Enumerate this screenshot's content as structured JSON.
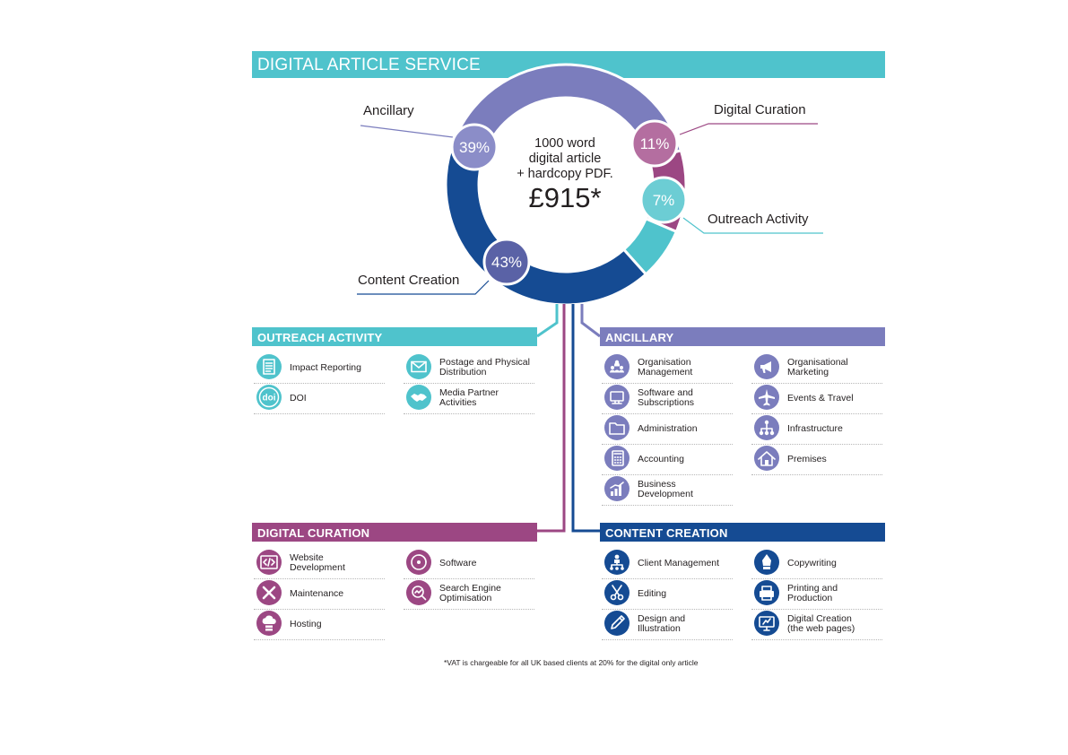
{
  "banner_title": "DIGITAL ARTICLE SERVICE",
  "center": {
    "line1": "1000 word",
    "line2": "digital article",
    "line3": "+ hardcopy PDF.",
    "price": "£915*"
  },
  "segments": [
    {
      "name": "Ancillary",
      "percent_label": "39%",
      "value": 39,
      "color": "#7b7dbd",
      "badge_color": "#8b8dc8"
    },
    {
      "name": "Digital Curation",
      "percent_label": "11%",
      "value": 11,
      "color": "#9c4783",
      "badge_color": "#b46ea0"
    },
    {
      "name": "Outreach Activity",
      "percent_label": "7%",
      "value": 7,
      "color": "#4fc3cc",
      "badge_color": "#6ccdd4"
    },
    {
      "name": "Content Creation",
      "percent_label": "43%",
      "value": 43,
      "color": "#154b93",
      "badge_color": "#5a62a6"
    }
  ],
  "sections": {
    "outreach": {
      "title": "OUTREACH ACTIVITY",
      "color": "#4fc3cc",
      "items": [
        {
          "label": "Impact Reporting",
          "icon": "document-icon"
        },
        {
          "label": "Postage and Physical\nDistribution",
          "icon": "envelope-icon"
        },
        {
          "label": "DOI",
          "icon": "doi-icon",
          "icon_text": "doi"
        },
        {
          "label": "Media Partner\nActivities",
          "icon": "handshake-icon"
        }
      ]
    },
    "ancillary": {
      "title": "ANCILLARY",
      "color": "#7b7dbd",
      "items": [
        {
          "label": "Organisation\nManagement",
          "icon": "people-icon"
        },
        {
          "label": "Organisational\nMarketing",
          "icon": "megaphone-icon"
        },
        {
          "label": "Software and\nSubscriptions",
          "icon": "software-icon"
        },
        {
          "label": "Events & Travel",
          "icon": "airplane-icon"
        },
        {
          "label": "Administration",
          "icon": "folder-icon"
        },
        {
          "label": "Infrastructure",
          "icon": "network-icon"
        },
        {
          "label": "Accounting",
          "icon": "calculator-icon"
        },
        {
          "label": "Premises",
          "icon": "house-icon"
        },
        {
          "label": "Business\nDevelopment",
          "icon": "bar-chart-icon"
        }
      ]
    },
    "curation": {
      "title": "DIGITAL CURATION",
      "color": "#9c4783",
      "items": [
        {
          "label": "Website\nDevelopment",
          "icon": "code-window-icon"
        },
        {
          "label": "Software",
          "icon": "disc-icon"
        },
        {
          "label": "Maintenance",
          "icon": "tools-icon"
        },
        {
          "label": "Search Engine\nOptimisation",
          "icon": "seo-icon"
        },
        {
          "label": "Hosting",
          "icon": "cloud-server-icon"
        }
      ]
    },
    "content": {
      "title": "CONTENT CREATION",
      "color": "#154b93",
      "items": [
        {
          "label": "Client Management",
          "icon": "org-chart-icon"
        },
        {
          "label": "Copywriting",
          "icon": "pen-nib-icon"
        },
        {
          "label": "Editing",
          "icon": "scissors-icon"
        },
        {
          "label": "Printing and\nProduction",
          "icon": "printer-icon"
        },
        {
          "label": "Design and\nIllustration",
          "icon": "pencil-icon"
        },
        {
          "label": "Digital Creation\n(the web pages)",
          "icon": "monitor-icon"
        }
      ]
    }
  },
  "footnote": "*VAT is chargeable for all UK based clients at 20% for the digital only article"
}
